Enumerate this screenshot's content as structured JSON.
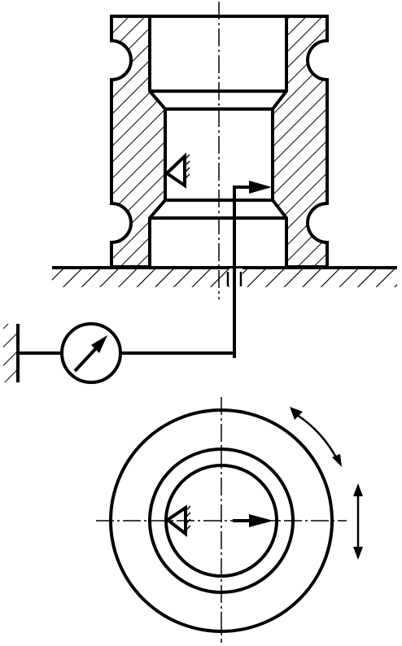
{
  "diagram": {
    "type": "engineering-drawing",
    "views": [
      "sectional-front-view",
      "top-view"
    ],
    "components": [
      "bushing-workpiece",
      "base-plate",
      "locating-support",
      "measuring-probe",
      "dial-indicator",
      "indicator-mount"
    ],
    "annotations": [
      "rotation-arrows",
      "vertical-movement-arrow"
    ],
    "colors": {
      "ink": "#000000",
      "paper": "#ffffff"
    }
  }
}
